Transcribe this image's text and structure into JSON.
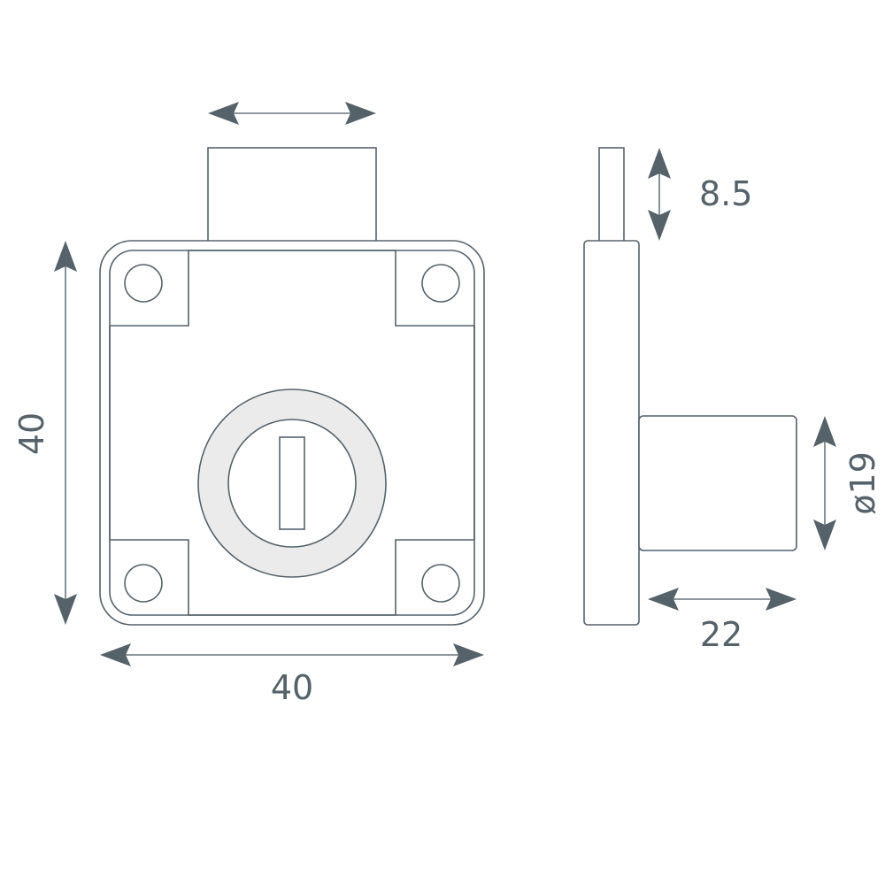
{
  "dimensions": {
    "bolt_width": "",
    "body_height": "40",
    "body_width": "40",
    "bolt_thickness": "8.5",
    "cylinder_diameter": "ø19",
    "cylinder_length": "22"
  },
  "colors": {
    "line": "#56626a",
    "ring_fill": "#ebebeb",
    "background": "#ffffff"
  }
}
